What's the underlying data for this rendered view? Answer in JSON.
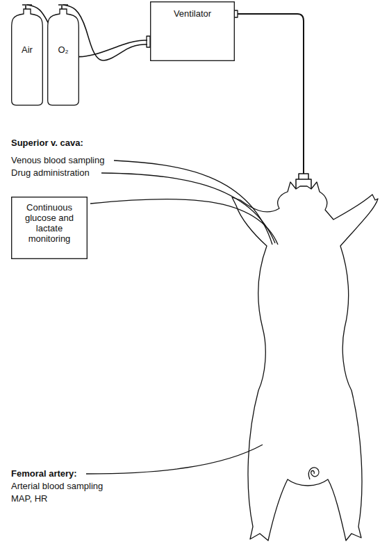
{
  "diagram": {
    "nodes": [
      {
        "text": [
          "Air"
        ]
      },
      {
        "text": [
          "O₂"
        ]
      },
      {
        "text": [
          "Ventilator"
        ]
      },
      {
        "text": [
          "Continuous glucose and lactate monitoring"
        ]
      }
    ],
    "edges": [
      {
        "from": 0,
        "to": 2,
        "arrow": "none"
      },
      {
        "from": 1,
        "to": 2,
        "arrow": "none"
      }
    ],
    "labels": [
      "Superior v. cava:",
      "Venous blood sampling",
      "Drug administration",
      "Femoral artery:",
      "Arterial blood sampling",
      "MAP, HR"
    ]
  }
}
